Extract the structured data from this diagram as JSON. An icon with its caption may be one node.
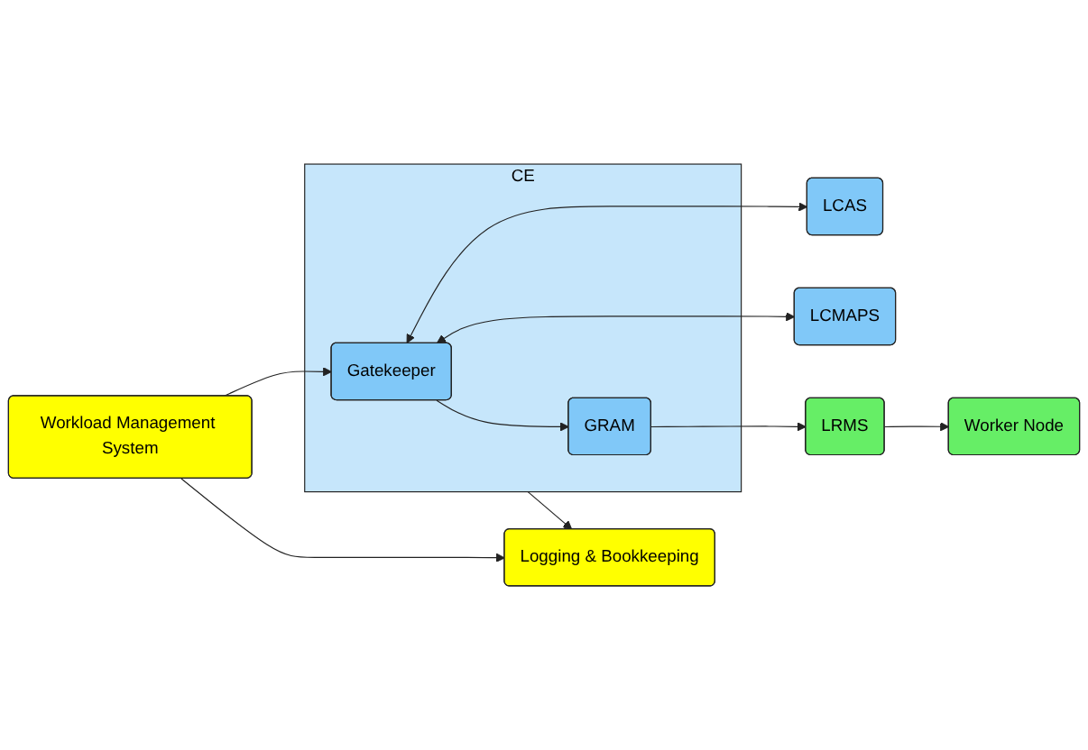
{
  "diagram": {
    "nodes": [
      {
        "text": [
          "Workload Management System"
        ]
      },
      {
        "text": [
          "Logging & Bookkeeping"
        ]
      },
      {
        "text": [
          "CE"
        ]
      },
      {
        "text": [
          "Gatekeeper"
        ],
        "in": 2
      },
      {
        "text": [
          "GRAM"
        ],
        "in": 2
      },
      {
        "text": [
          "LCAS"
        ]
      },
      {
        "text": [
          "LCMAPS"
        ]
      },
      {
        "text": [
          "LRMS"
        ]
      },
      {
        "text": [
          "Worker Node"
        ]
      }
    ],
    "edges": [
      {
        "from": 0,
        "to": 1,
        "arrow": "to"
      },
      {
        "from": 0,
        "to": 3,
        "arrow": "to"
      },
      {
        "from": 2,
        "to": 1,
        "arrow": "to"
      },
      {
        "from": 3,
        "to": 5,
        "arrow": "both"
      },
      {
        "from": 3,
        "to": 6,
        "arrow": "both"
      },
      {
        "from": 3,
        "to": 4,
        "arrow": "to"
      },
      {
        "from": 4,
        "to": 7,
        "arrow": "to"
      },
      {
        "from": 7,
        "to": 8,
        "arrow": "to"
      }
    ]
  }
}
